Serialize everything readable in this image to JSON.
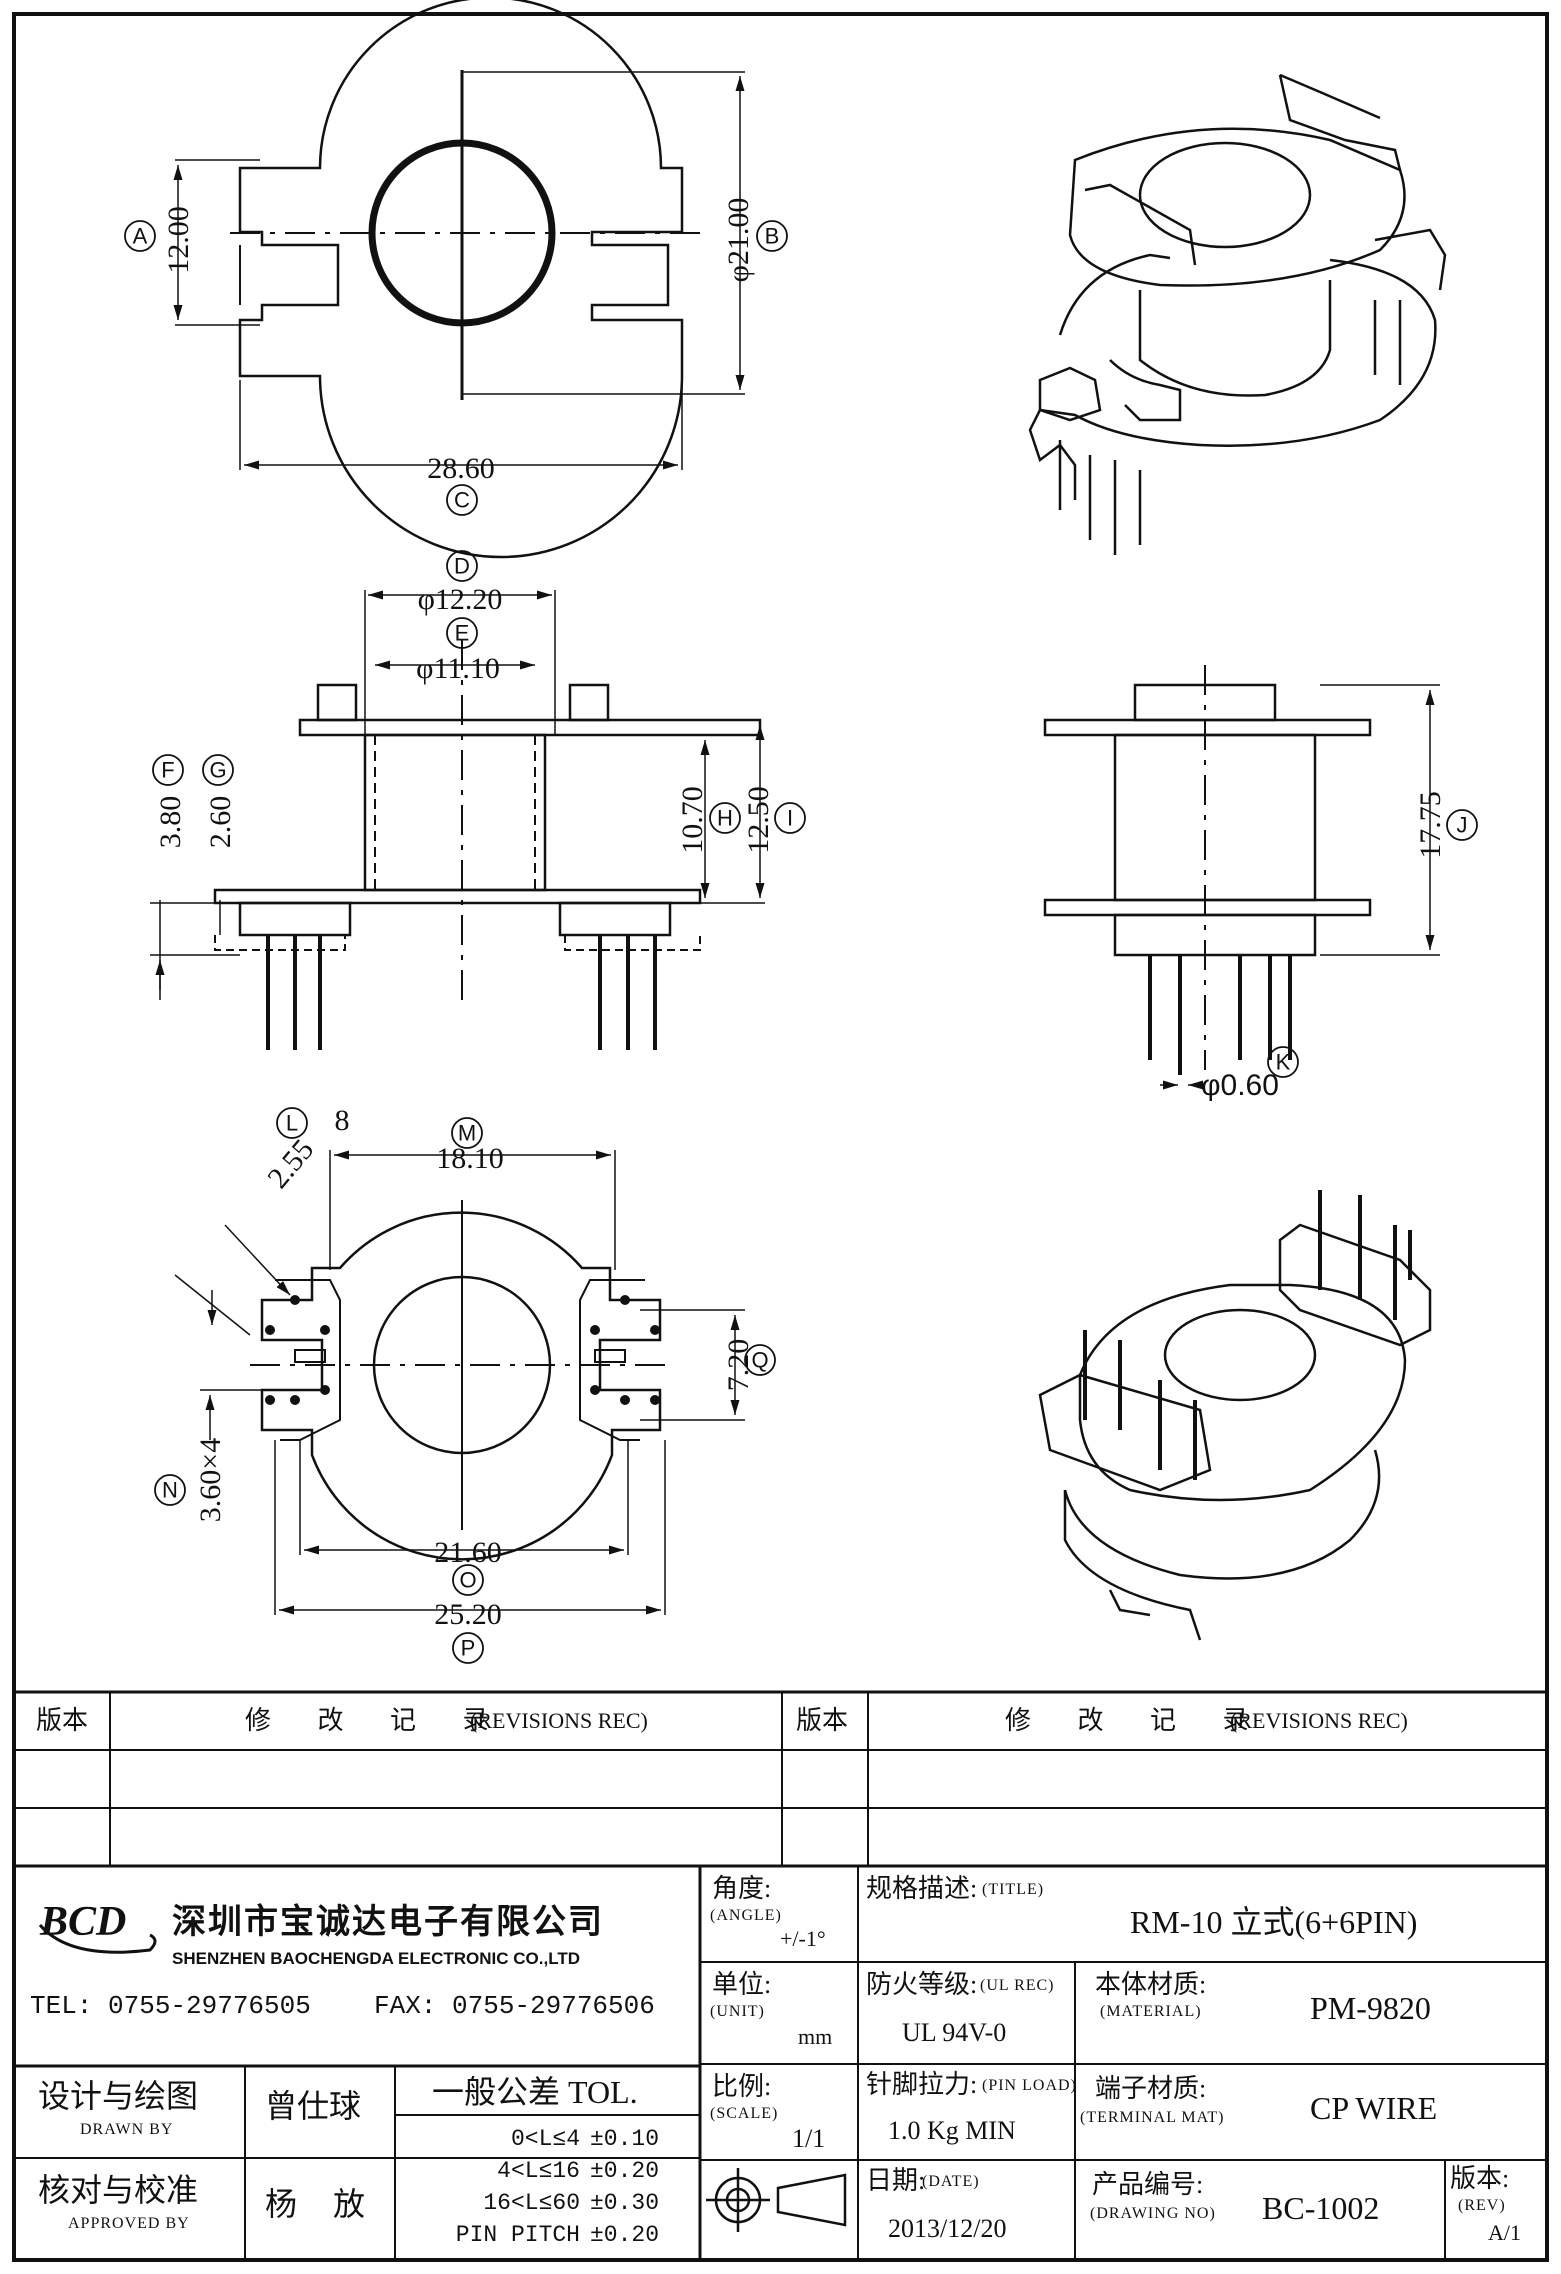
{
  "drawing": {
    "dims": {
      "a": "12.00",
      "b": "φ21.00",
      "c": "28.60",
      "d": "φ12.20",
      "e": "φ11.10",
      "f": "3.80",
      "g": "2.60",
      "h": "10.70",
      "i": "12.50",
      "j": "17.75",
      "k": "φ0.60",
      "l": "2.55",
      "l_angle": "8",
      "m": "18.10",
      "n": "3.60×4",
      "o": "21.60",
      "p": "25.20",
      "q": "7.20"
    },
    "callouts": [
      "A",
      "B",
      "C",
      "D",
      "E",
      "F",
      "G",
      "H",
      "I",
      "J",
      "K",
      "L",
      "M",
      "N",
      "O",
      "P",
      "Q"
    ]
  },
  "title_block": {
    "rev_header_cn": "版本",
    "rev_record_cn": "修 改 记 录",
    "rev_record_en": "(REVISIONS REC)",
    "logo_text": "BCD",
    "company_cn": "深圳市宝诚达电子有限公司",
    "company_en": "SHENZHEN BAOCHENGDA ELECTRONIC CO.,LTD",
    "tel": "TEL: 0755-29776505",
    "fax": "FAX: 0755-29776506",
    "designed_cn": "设计与绘图",
    "designed_en": "DRAWN BY",
    "designer": "曾仕球",
    "approved_cn": "核对与校准",
    "approved_en": "APPROVED BY",
    "approver": "杨 放",
    "tol_title": "一般公差 TOL.",
    "tolerances": [
      {
        "range": "0<L≤4",
        "value": "±0.10"
      },
      {
        "range": "4<L≤16",
        "value": "±0.20"
      },
      {
        "range": "16<L≤60",
        "value": "±0.30"
      },
      {
        "range": "PIN PITCH",
        "value": "±0.20"
      }
    ],
    "angle_cn": "角度:",
    "angle_en": "(ANGLE)",
    "angle_value": "+/-1°",
    "unit_cn": "单位:",
    "unit_en": "(UNIT)",
    "unit_value": "mm",
    "scale_cn": "比例:",
    "scale_en": "(SCALE)",
    "scale_value": "1/1",
    "title_cn": "规格描述:",
    "title_en": "(TITLE)",
    "title_value": "RM-10 立式(6+6PIN)",
    "ul_cn": "防火等级:",
    "ul_en": "(UL REC)",
    "ul_value": "UL 94V-0",
    "material_cn": "本体材质:",
    "material_en": "(MATERIAL)",
    "material_value": "PM-9820",
    "pinload_cn": "针脚拉力:",
    "pinload_en": "(PIN LOAD)",
    "pinload_value": "1.0 Kg MIN",
    "terminal_cn": "端子材质:",
    "terminal_en": "(TERMINAL MAT)",
    "terminal_value": "CP WIRE",
    "date_cn": "日期:",
    "date_en": "(DATE)",
    "date_value": "2013/12/20",
    "drawing_no_cn": "产品编号:",
    "drawing_no_en": "(DRAWING NO)",
    "drawing_no_value": "BC-1002",
    "rev_cn": "版本:",
    "rev_en": "(REV)",
    "rev_value": "A/1"
  }
}
